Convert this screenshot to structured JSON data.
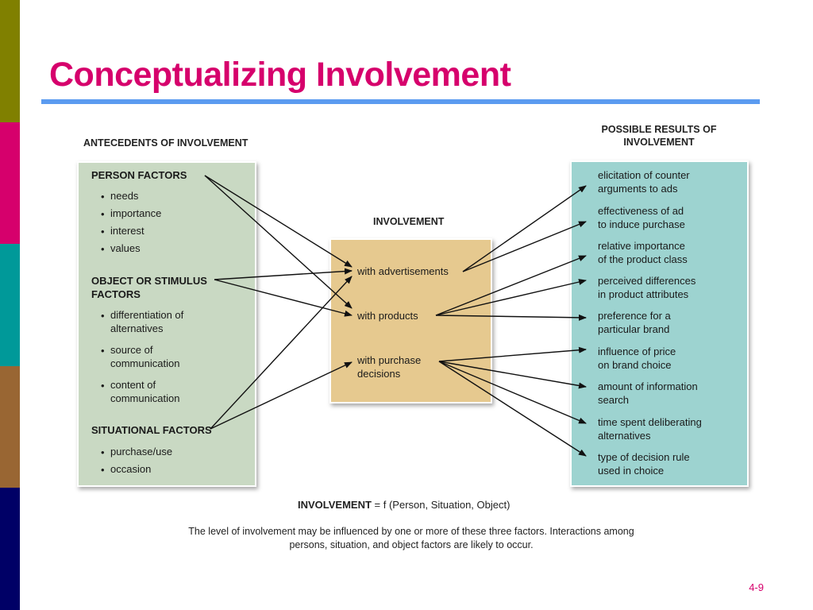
{
  "title": "Conceptualizing Involvement",
  "stripe_colors": [
    "#808000",
    "#d6006c",
    "#009999",
    "#996633",
    "#000066"
  ],
  "antecedents": {
    "heading": "ANTECEDENTS OF INVOLVEMENT",
    "person": {
      "heading": "PERSON FACTORS",
      "items": [
        "needs",
        "importance",
        "interest",
        "values"
      ]
    },
    "object": {
      "heading_line1": "OBJECT OR STIMULUS",
      "heading_line2": "FACTORS",
      "items": [
        [
          "differentiation of",
          "alternatives"
        ],
        [
          "source of",
          "communication"
        ],
        [
          "content of",
          "communication"
        ]
      ]
    },
    "situational": {
      "heading": "SITUATIONAL FACTORS",
      "items": [
        "purchase/use",
        "occasion"
      ]
    }
  },
  "involvement": {
    "heading": "INVOLVEMENT",
    "items": [
      [
        "with advertisements"
      ],
      [
        "with products"
      ],
      [
        "with purchase",
        "decisions"
      ]
    ]
  },
  "results": {
    "heading_line1": "POSSIBLE RESULTS OF",
    "heading_line2": "INVOLVEMENT",
    "items": [
      [
        "elicitation of counter",
        "arguments to ads"
      ],
      [
        "effectiveness of ad",
        "to induce purchase"
      ],
      [
        "relative importance",
        "of the product class"
      ],
      [
        "perceived differences",
        "in product attributes"
      ],
      [
        "preference for a",
        "particular brand"
      ],
      [
        "influence of price",
        "on brand choice"
      ],
      [
        "amount of information",
        "search"
      ],
      [
        "time spent deliberating",
        "alternatives"
      ],
      [
        "type of decision rule",
        "used in choice"
      ]
    ]
  },
  "formula": {
    "label": "INVOLVEMENT",
    "rest": " = f (Person, Situation, Object)"
  },
  "caption": {
    "line1": "The level of involvement may be influenced by one or more of these three factors. Interactions among",
    "line2": "persons, situation, and object factors are likely to occur."
  },
  "slide_number": "4-9"
}
